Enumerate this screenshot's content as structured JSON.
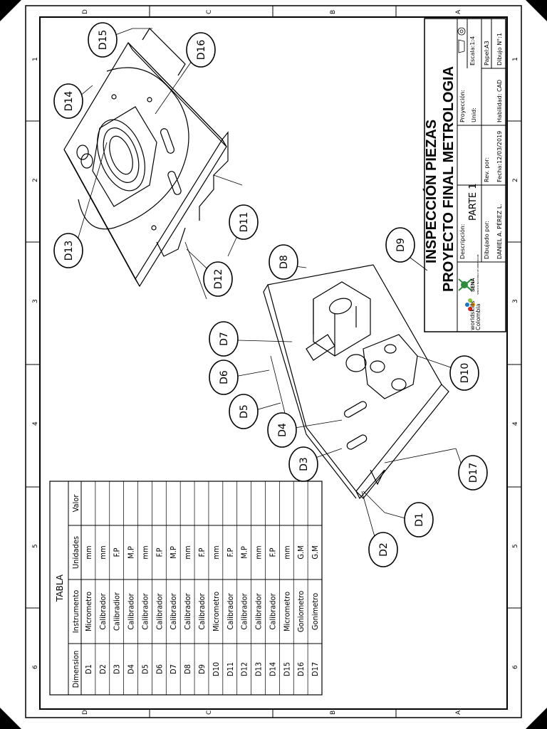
{
  "title_block": {
    "title_line1": "INSPECCIÓN PIEZAS",
    "title_line2": "PROYECTO FINAL METROLOGIA",
    "descripcion_label": "Descripción:",
    "descripcion_value": "PARTE 1",
    "proyeccion_label": "Proyección:",
    "unid_label": "Unid:",
    "escala": "Escala:1:4",
    "papel": "Papel:A3",
    "dibujo": "Dibujo N°:1",
    "habilidad": "Habilidad: CAD",
    "fecha": "Fecha:12/03/2019",
    "rev_label": "Rev. por:",
    "dibujado_label": "Dibujado por:",
    "dibujado_value": "DANIEL A. PÉREZ L.",
    "logo_worldskills": "worldskills",
    "logo_colombia": "Colombia",
    "logo_sena": "SENA",
    "logo_sena_sub": "SERVICIO NACIONAL DE APRENDIZAJE"
  },
  "table": {
    "title": "TABLA",
    "headers": [
      "Dimension",
      "Instrumento",
      "Unidades",
      "Valor"
    ],
    "rows": [
      [
        "D1",
        "Micrometro",
        "mm",
        ""
      ],
      [
        "D2",
        "Calibrador",
        "mm",
        ""
      ],
      [
        "D3",
        "Calibradior",
        "F.P",
        ""
      ],
      [
        "D4",
        "Calibrador",
        "M.P",
        ""
      ],
      [
        "D5",
        "Calibrador",
        "mm",
        ""
      ],
      [
        "D6",
        "Calibrador",
        "F.P",
        ""
      ],
      [
        "D7",
        "Calibrador",
        "M.P",
        ""
      ],
      [
        "D8",
        "Calibrador",
        "mm",
        ""
      ],
      [
        "D9",
        "Calibrador",
        "F.P",
        ""
      ],
      [
        "D10",
        "Micrometro",
        "mm",
        ""
      ],
      [
        "D11",
        "Calibrador",
        "F.P",
        ""
      ],
      [
        "D12",
        "Calibrador",
        "M.P",
        ""
      ],
      [
        "D13",
        "Calibrador",
        "mm",
        ""
      ],
      [
        "D14",
        "Calibrador",
        "F.P",
        ""
      ],
      [
        "D15",
        "Micrometro",
        "mm",
        ""
      ],
      [
        "D16",
        "Goniometro",
        "G.M",
        ""
      ],
      [
        "D17",
        "Gonimetro",
        "G.M",
        ""
      ]
    ]
  },
  "balloons": [
    {
      "label": "D15"
    },
    {
      "label": "D16"
    },
    {
      "label": "D14"
    },
    {
      "label": "D13"
    },
    {
      "label": "D11"
    },
    {
      "label": "D12"
    },
    {
      "label": "D8"
    },
    {
      "label": "D9"
    },
    {
      "label": "D7"
    },
    {
      "label": "D6"
    },
    {
      "label": "D5"
    },
    {
      "label": "D10"
    },
    {
      "label": "D4"
    },
    {
      "label": "D3"
    },
    {
      "label": "D17"
    },
    {
      "label": "D1"
    },
    {
      "label": "D2"
    }
  ],
  "border_marks": {
    "zones_letters": [
      "D",
      "C",
      "B",
      "A"
    ],
    "zones_numbers": [
      "1",
      "2",
      "3",
      "4",
      "5",
      "6"
    ]
  }
}
